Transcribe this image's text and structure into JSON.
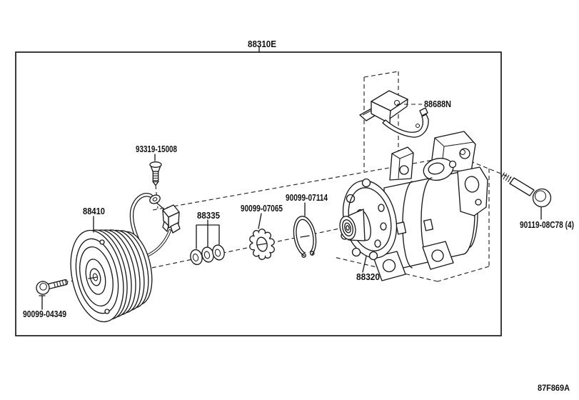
{
  "assembly": {
    "label": "88310E"
  },
  "figure_code": "87F869A",
  "colors": {
    "line": "#1b1b1b",
    "background": "#ffffff"
  },
  "parts": {
    "bracket": {
      "label": "88688N"
    },
    "screw": {
      "label": "93319-15008"
    },
    "magnet_clutch": {
      "label": "88410"
    },
    "shim_set": {
      "label": "88335"
    },
    "seal_washer": {
      "label": "90099-07065"
    },
    "snap_ring": {
      "label": "90099-07114"
    },
    "compressor": {
      "label": "88320"
    },
    "bolt_front": {
      "label": "90099-04349"
    },
    "bolt_rear": {
      "label": "90119-08C78 (4)"
    }
  }
}
